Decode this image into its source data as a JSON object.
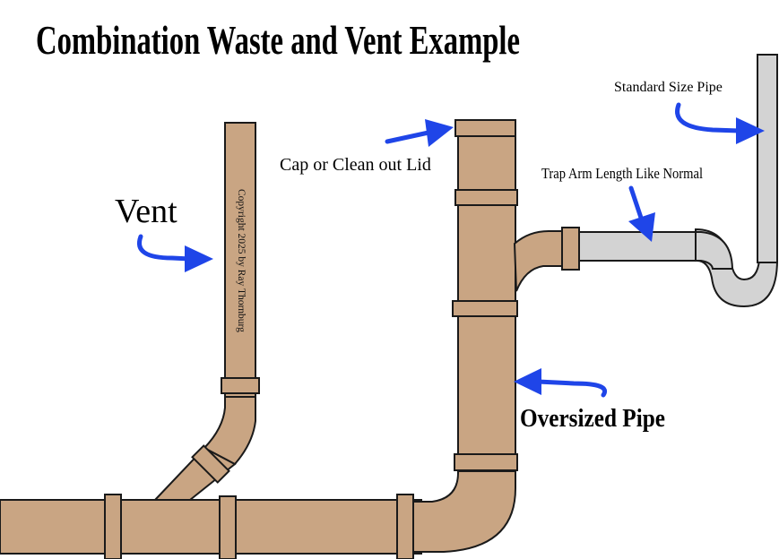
{
  "title": "Combination Waste and Vent Example",
  "labels": {
    "vent": "Vent",
    "cap": "Cap or Clean out Lid",
    "standard_pipe": "Standard Size Pipe",
    "trap_arm": "Trap Arm Length Like Normal",
    "oversized": "Oversized Pipe",
    "copyright": "Copyright 2025 by Ray Thornburg"
  },
  "colors": {
    "copper": "#c9a583",
    "gray_pipe": "#d3d3d3",
    "arrow": "#1f45e8",
    "outline": "#1a1a1a"
  }
}
